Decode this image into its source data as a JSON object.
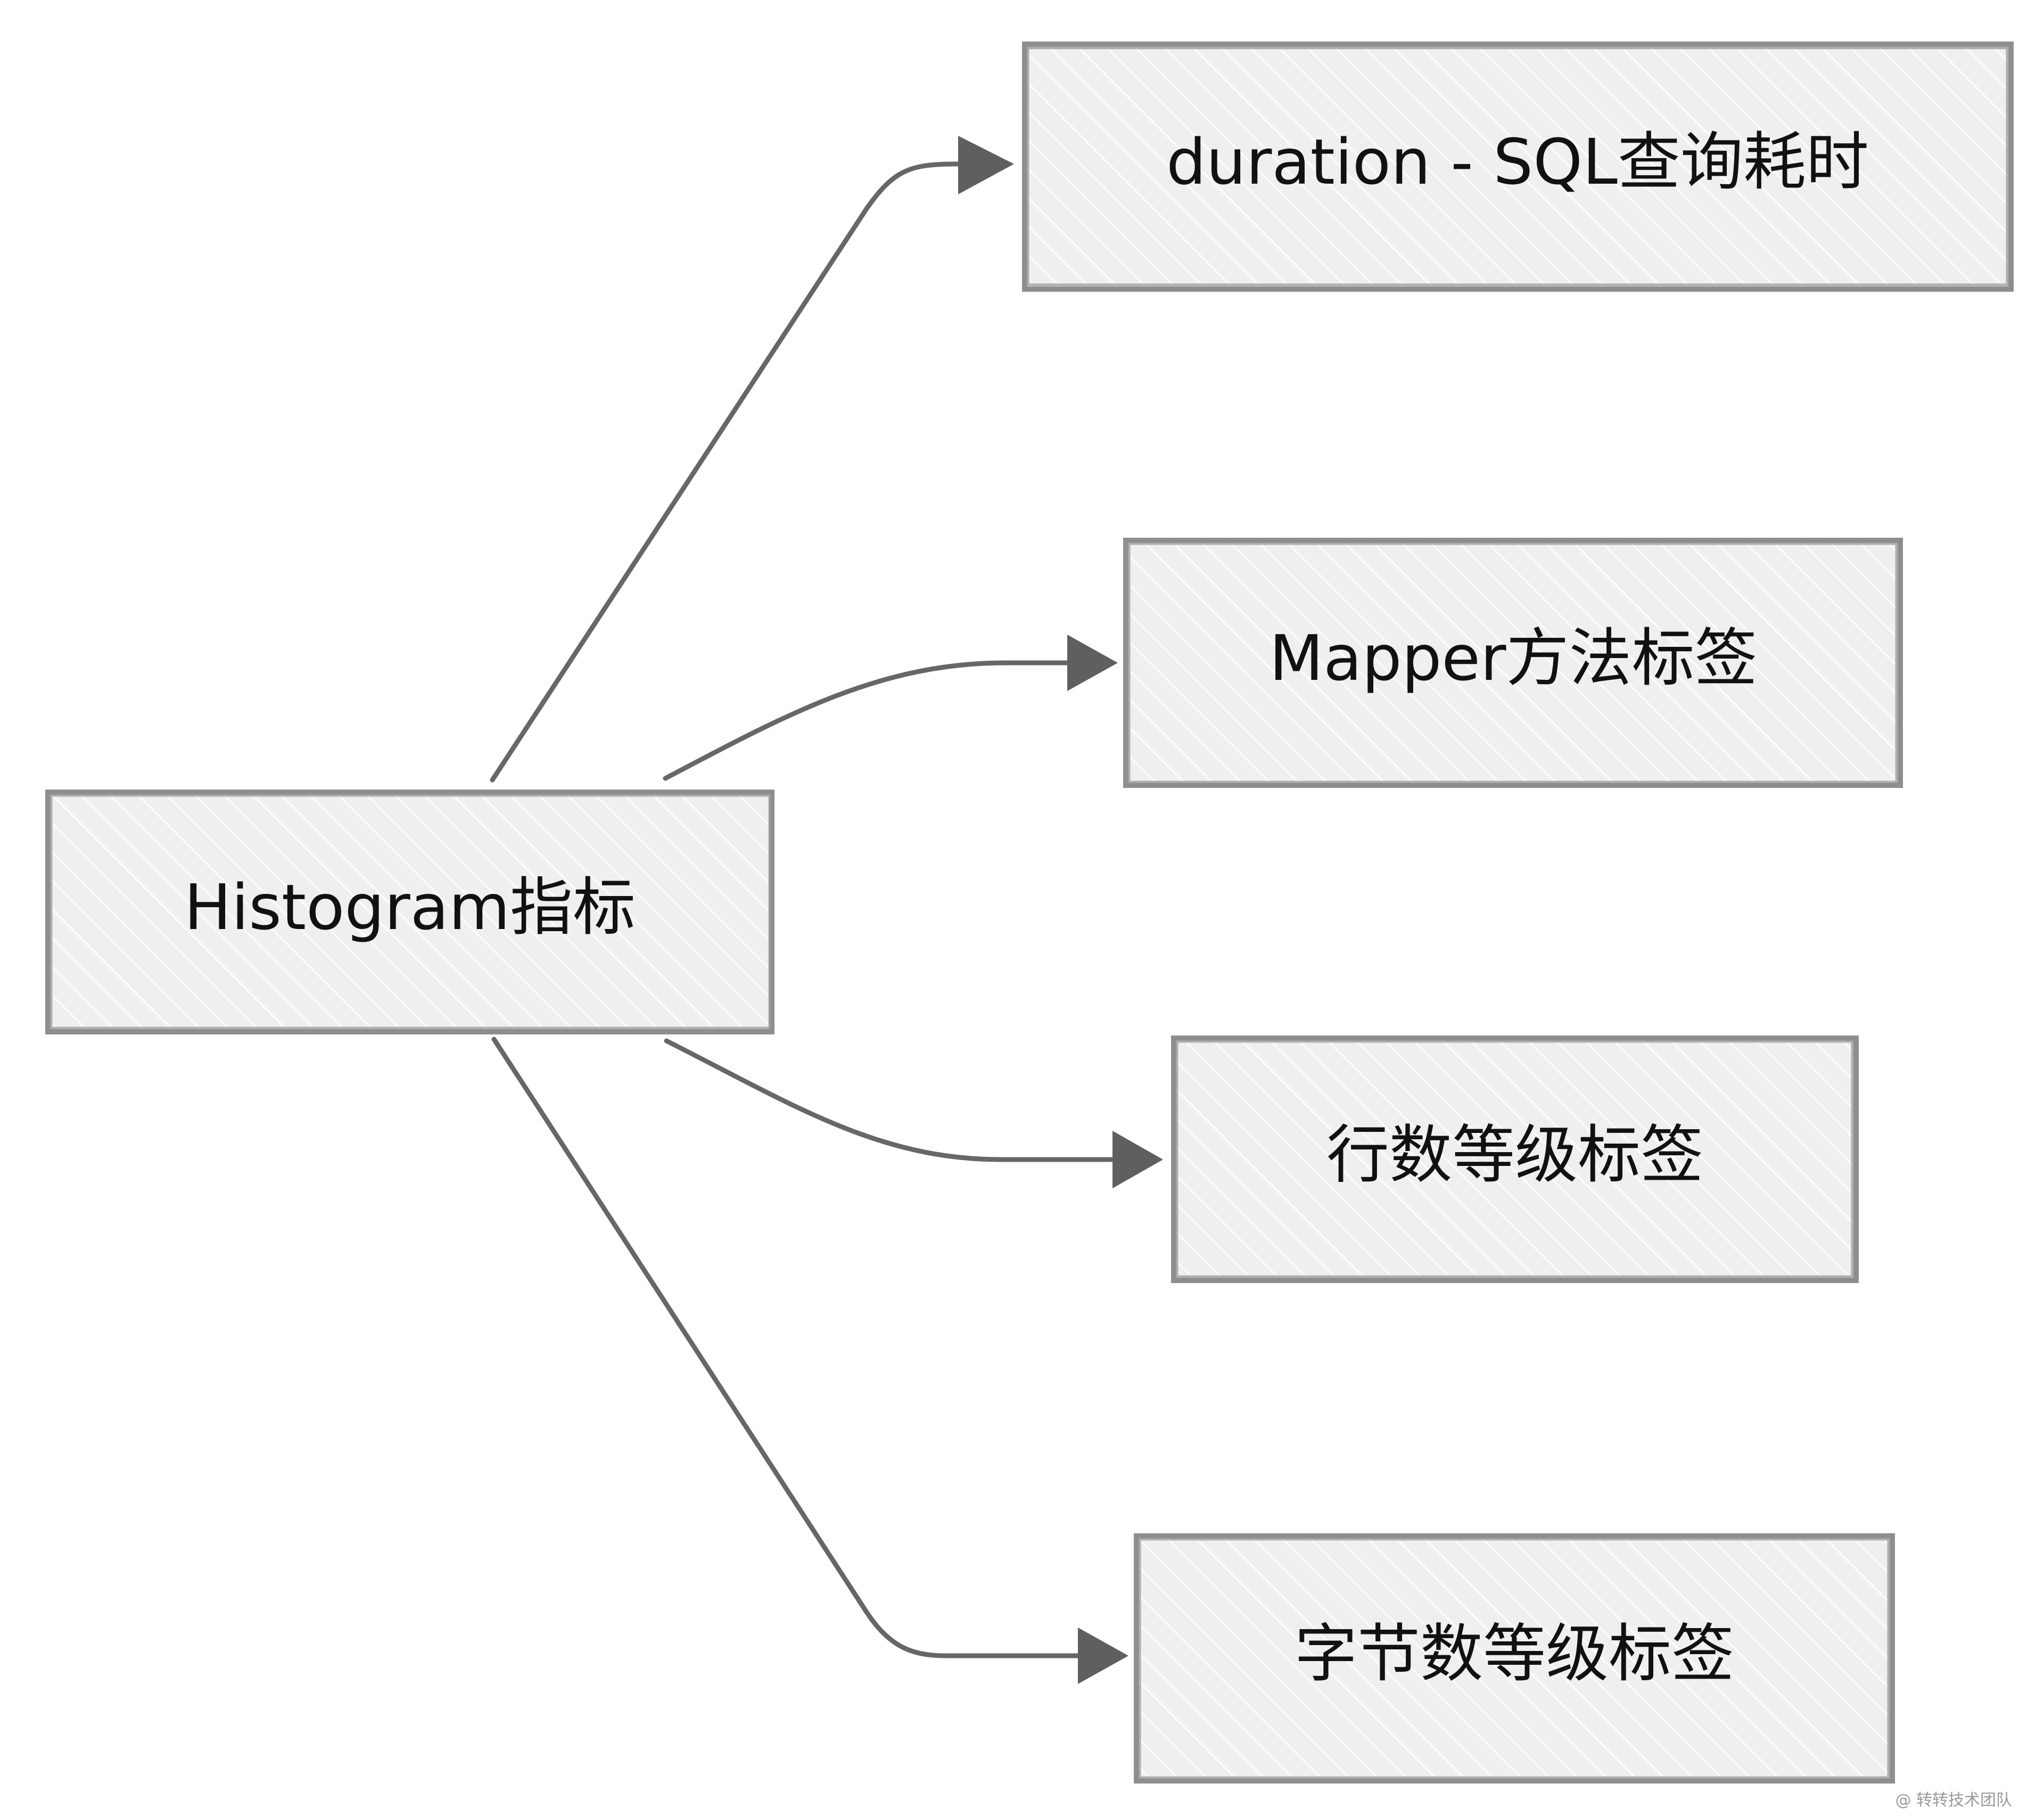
{
  "diagram": {
    "root": {
      "label": "Histogram指标"
    },
    "children": [
      {
        "label": "duration - SQL查询耗时"
      },
      {
        "label": "Mapper方法标签"
      },
      {
        "label": "行数等级标签"
      },
      {
        "label": "字节数等级标签"
      }
    ]
  },
  "watermark": {
    "text": "@ 转转技术团队"
  },
  "colors": {
    "box_fill": "#efefef",
    "box_stroke": "#8e8e8e",
    "edge": "#676767",
    "text": "#111111"
  }
}
